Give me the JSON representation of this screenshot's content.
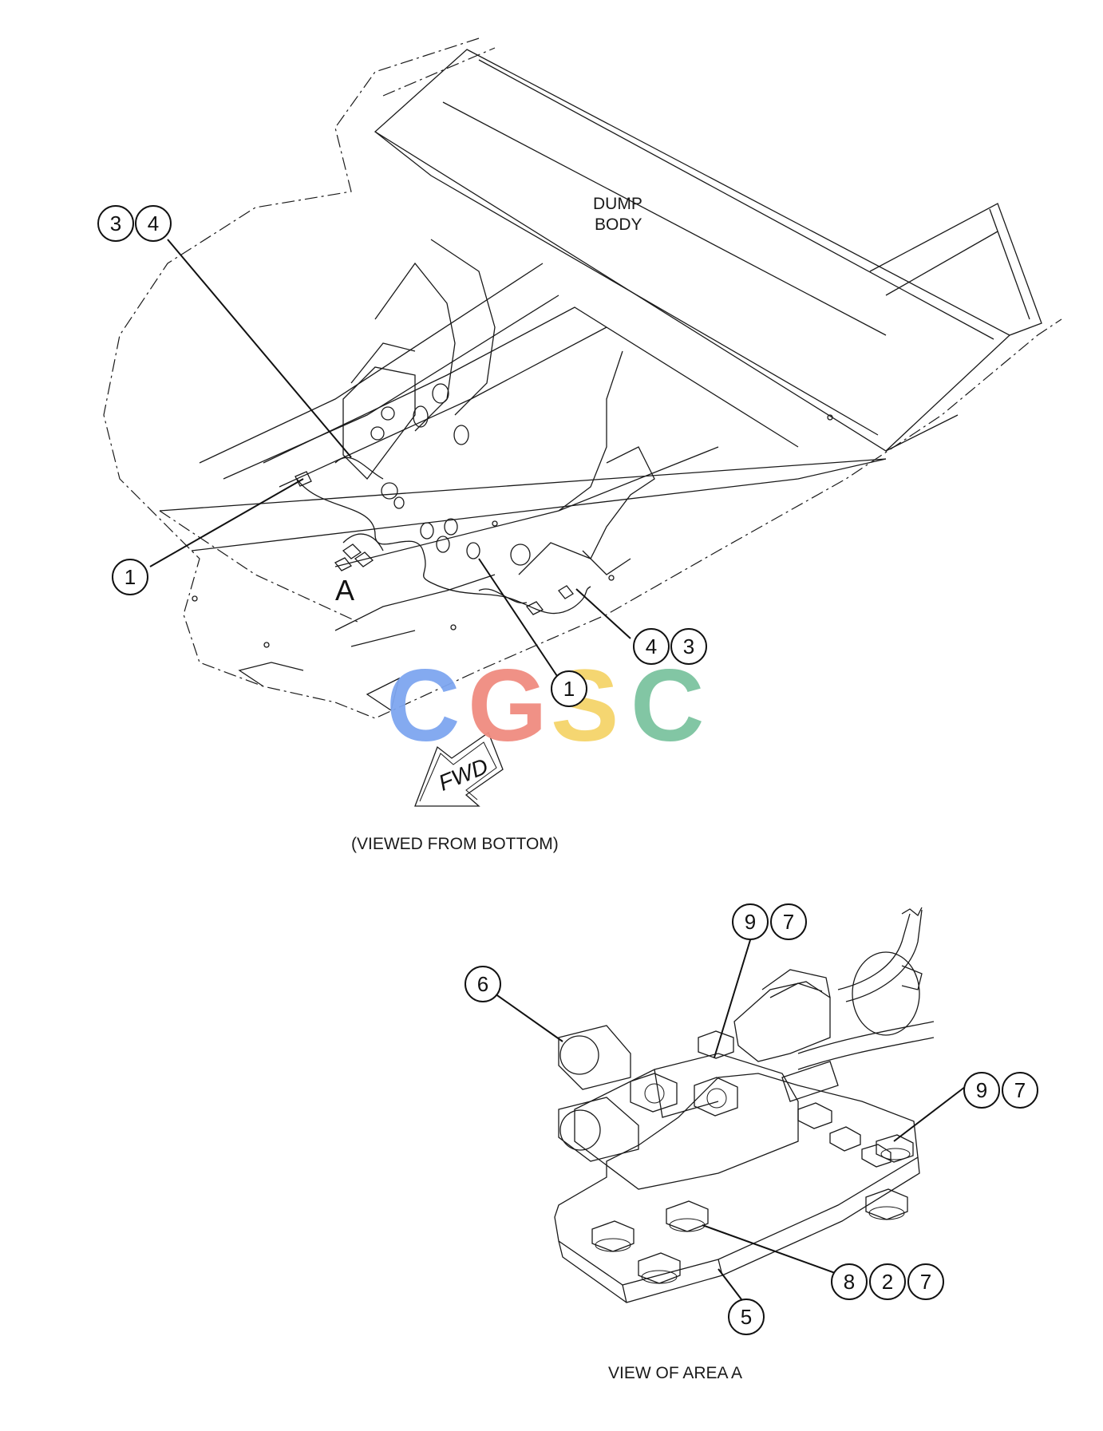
{
  "labels": {
    "dump_body_line1": "DUMP",
    "dump_body_line2": "BODY",
    "area_marker": "A",
    "fwd_arrow": "FWD",
    "caption_bottom_view": "(VIEWED FROM BOTTOM)",
    "caption_area_view": "VIEW OF AREA A"
  },
  "watermark": {
    "letters": [
      "C",
      "G",
      "S",
      "C"
    ],
    "colors": [
      "#7ea6f0",
      "#f08c80",
      "#f5d46a",
      "#7cc4a0"
    ]
  },
  "callouts": {
    "top_3": "3",
    "top_4": "4",
    "left_1": "1",
    "right_4": "4",
    "right_3": "3",
    "mid_1": "1",
    "v_6": "6",
    "v_9a": "9",
    "v_7a": "7",
    "v_9b": "9",
    "v_7b": "7",
    "v_8": "8",
    "v_2": "2",
    "v_7c": "7",
    "v_5": "5"
  }
}
